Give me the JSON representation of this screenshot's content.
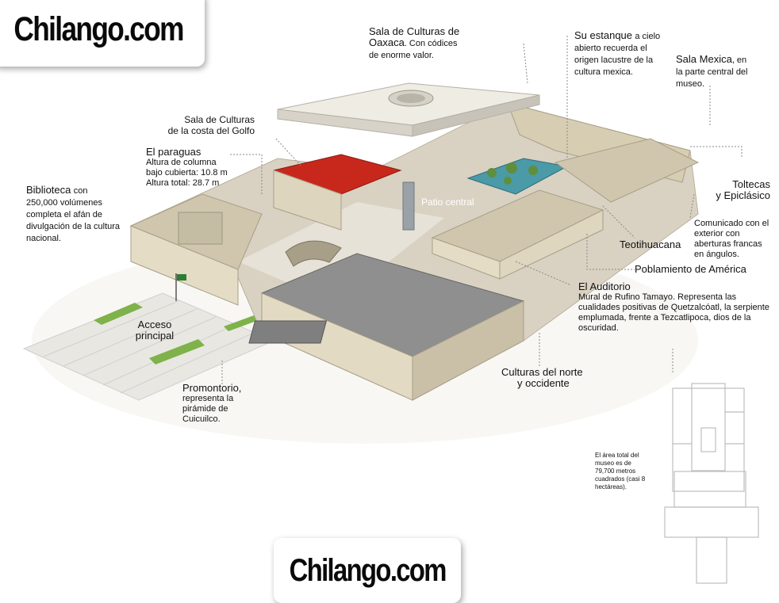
{
  "brand": {
    "logo_top": "Chilango.com",
    "logo_bottom": "Chilango.com"
  },
  "labels": {
    "oaxaca_title": "Sala de Culturas de",
    "oaxaca_title2": "Oaxaca",
    "oaxaca_desc": ". Con códices de enorme valor.",
    "estanque_title": "Su estanque",
    "estanque_desc": "a cielo abierto recuerda el origen lacustre de la cultura mexica.",
    "mexica_title": "Sala Mexica",
    "mexica_desc": ", en la parte central del museo.",
    "golfo_line1": "Sala de Culturas",
    "golfo_line2": "de la costa del Golfo",
    "paraguas_title": "El paraguas",
    "paraguas_desc1": "Altura de columna bajo cubierta: 10.8 m",
    "paraguas_desc2": "Altura total: 28.7 m",
    "biblioteca_title": "Biblioteca",
    "biblioteca_desc": "con 250,000 volúmenes completa el afán de divulgación de la cultura nacional.",
    "patio": "Patio central",
    "toltecas_line1": "Toltecas",
    "toltecas_line2": "y Epiclásico",
    "toltecas_desc": "Comunicado con el exterior con aberturas francas en ángulos.",
    "teotihuacana": "Teotihuacana",
    "poblamiento": "Poblamiento de América",
    "auditorio_title": "El Auditorio",
    "auditorio_desc": "Mural de Rufino Tamayo. Representa las cualidades positivas de Quetzalcóatl, la serpiente emplumada, frente a Tezcatlipoca, dios de la oscuridad.",
    "acceso_line1": "Acceso",
    "acceso_line2": "principal",
    "norte_line1": "Culturas del norte",
    "norte_line2": "y occidente",
    "promontorio_title": "Promontorio,",
    "promontorio_desc": "representa la pirámide de Cuicuilco.",
    "area_desc": "El área total del museo es de 79,700 metros cuadrados (casi 8 hectáreas)."
  },
  "colors": {
    "wall": "#ddd5bd",
    "floor": "#d9d2c2",
    "roof": "#efece4",
    "red_room": "#c8281c",
    "water": "#4a9aa8",
    "grass": "#7fb24a"
  }
}
